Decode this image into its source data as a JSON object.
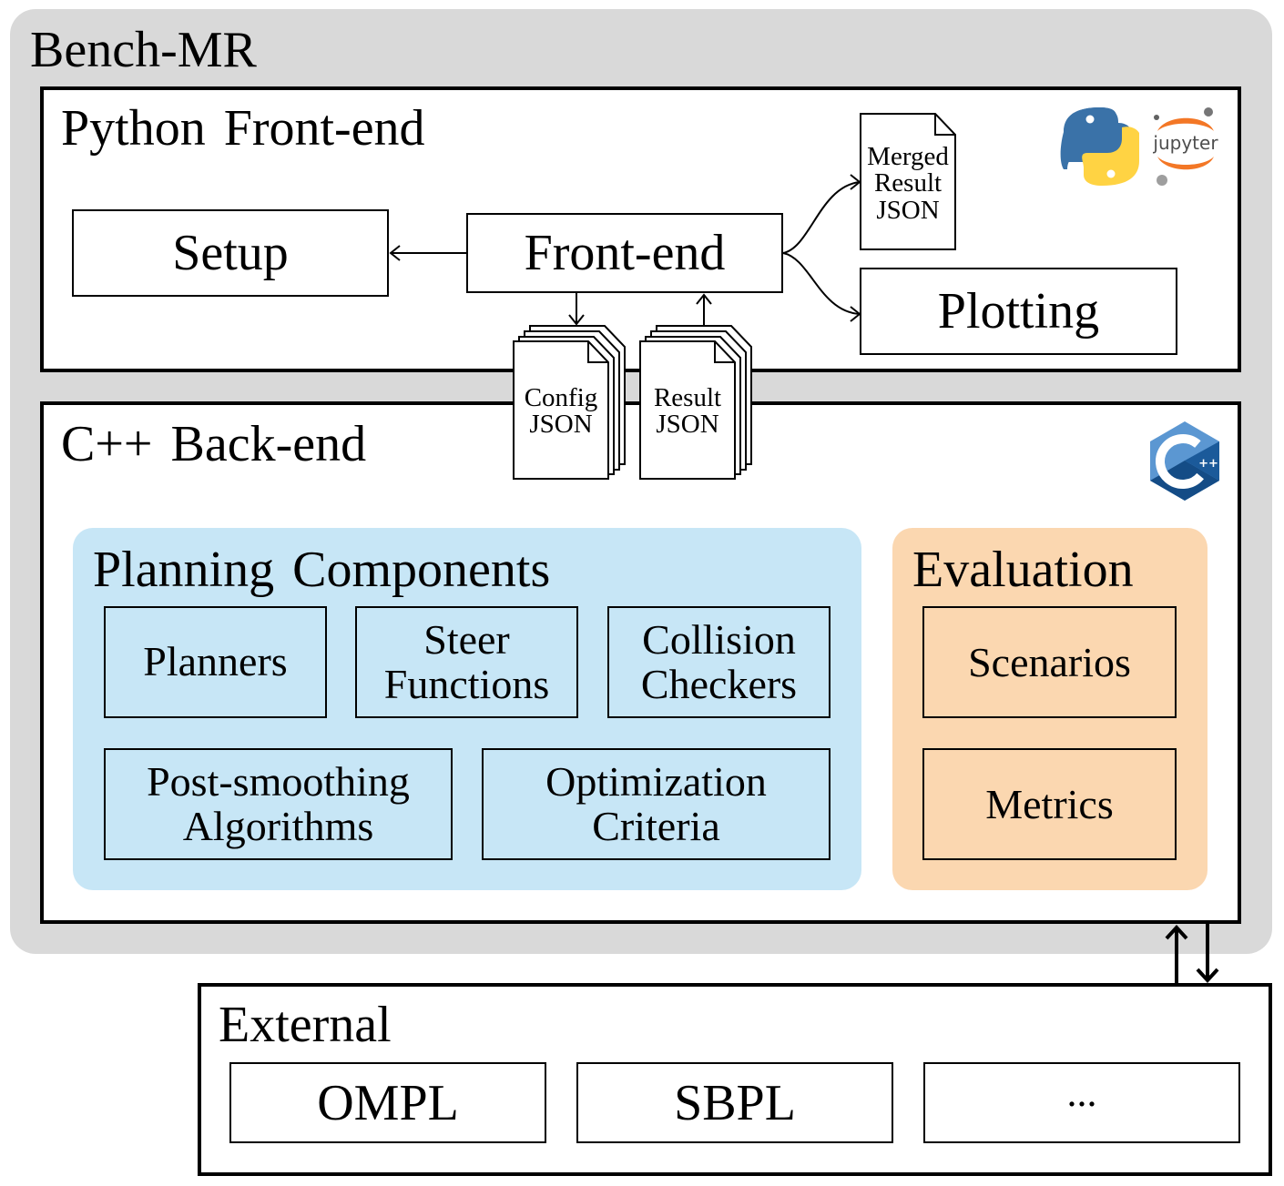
{
  "title": "Bench-MR",
  "python": {
    "title": "Python Front-end",
    "setup": "Setup",
    "frontend": "Front-end",
    "plotting": "Plotting",
    "merged_doc": [
      "Merged",
      "Result",
      "JSON"
    ],
    "config_doc": [
      "Config",
      "JSON"
    ],
    "result_doc": [
      "Result",
      "JSON"
    ],
    "jupyter_label": "jupyter"
  },
  "cpp": {
    "title": "C++ Back-end",
    "planning": {
      "title": "Planning Components",
      "items": [
        "Planners",
        "Steer\nFunctions",
        "Collision\nCheckers",
        "Post-smoothing\nAlgorithms",
        "Optimization\nCriteria"
      ]
    },
    "evaluation": {
      "title": "Evaluation",
      "items": [
        "Scenarios",
        "Metrics"
      ]
    }
  },
  "external": {
    "title": "External",
    "items": [
      "OMPL",
      "SBPL",
      "..."
    ]
  },
  "colors": {
    "outer_bg": "#d9d9d9",
    "planning_bg": "#c7e6f6",
    "evaluation_bg": "#fbd7b0",
    "python_blue": "#3a72a8",
    "python_yellow": "#ffd343",
    "jupyter_orange": "#f37726",
    "cpp_blue": "#1b5a9a"
  }
}
